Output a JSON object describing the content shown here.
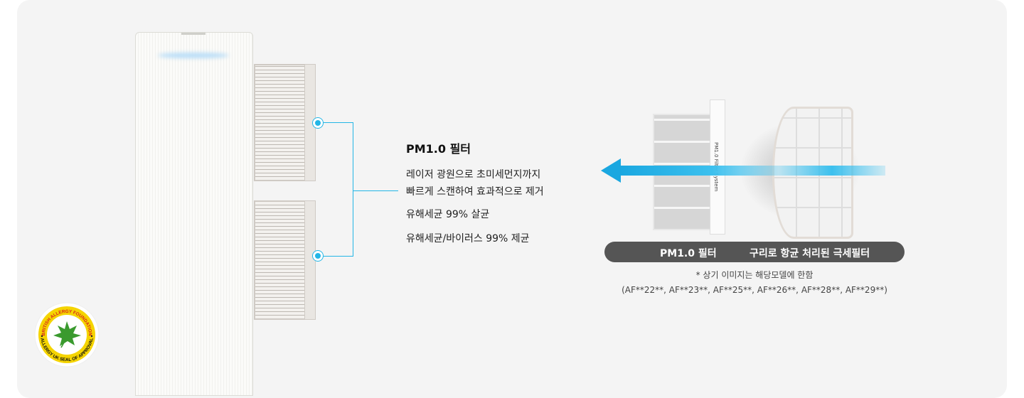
{
  "product": {
    "feature_title": "PM1.0 필터",
    "feature_lines": [
      "레이저 광원으로 초미세먼지까지",
      "빠르게 스캔하여 효과적으로 제거",
      "유해세균 99% 살균",
      "유해세균/바이러스 99% 제균"
    ]
  },
  "illustration": {
    "filter_side_text": "PM1.0 Filter System",
    "labels": [
      "PM1.0 필터",
      "구리로 항균 처리된 극세필터"
    ],
    "note": "* 상기 이미지는 해당모델에 한함",
    "models": "(AF**22**, AF**23**, AF**25**, AF**26**, AF**28**, AF**29**)"
  },
  "badge": {
    "top_text": "BRITISH ALLERGY FOUNDATION",
    "bottom_text": "ALLERGY UK SEAL OF APPROVAL"
  },
  "colors": {
    "accent": "#23b6e6",
    "pill": "#555555",
    "panel": "#f4f4f4",
    "badge_ring": "#f5d400"
  }
}
